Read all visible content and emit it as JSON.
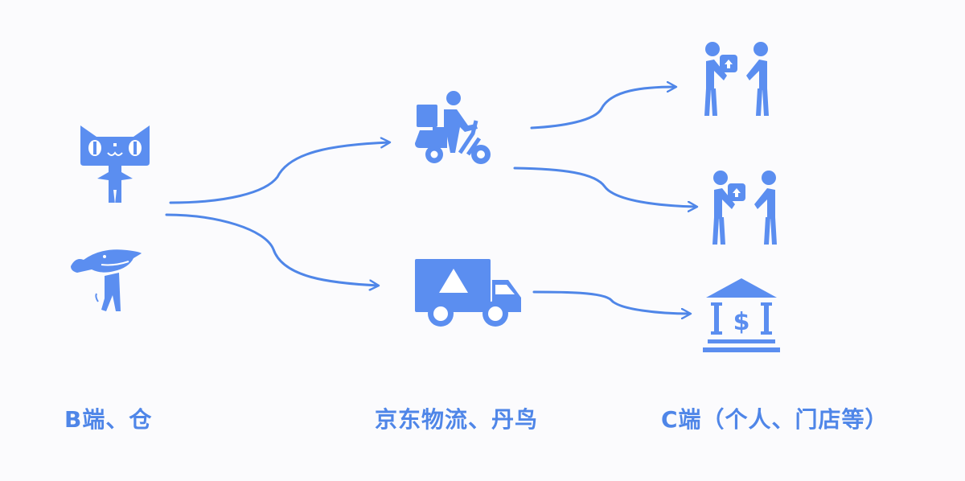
{
  "diagram": {
    "type": "logistics-flow",
    "accent_color": "#5b8ef0",
    "background_color": "#fbfbfd",
    "columns": [
      {
        "id": "source",
        "label": "B端、仓",
        "icons": [
          "tmall-cat-icon",
          "jd-dog-icon"
        ]
      },
      {
        "id": "carrier",
        "label": "京东物流、丹鸟",
        "icons": [
          "delivery-scooter-icon",
          "delivery-truck-icon"
        ]
      },
      {
        "id": "destination",
        "label": "C端（个人、门店等）",
        "icons": [
          "package-handover-icon",
          "package-handover-icon",
          "bank-store-icon"
        ]
      }
    ],
    "edges": [
      {
        "from": "source",
        "to": "delivery-scooter-icon"
      },
      {
        "from": "source",
        "to": "delivery-truck-icon"
      },
      {
        "from": "delivery-scooter-icon",
        "to": "package-handover-icon-1"
      },
      {
        "from": "delivery-scooter-icon",
        "to": "package-handover-icon-2"
      },
      {
        "from": "delivery-truck-icon",
        "to": "bank-store-icon"
      }
    ]
  }
}
